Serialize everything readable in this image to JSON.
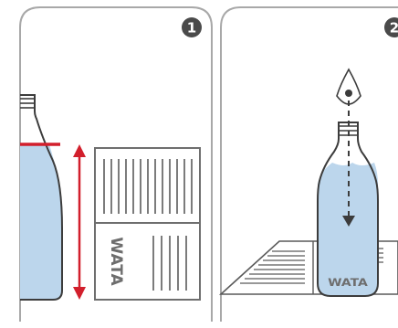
{
  "panels": [
    {
      "step_number": "1",
      "label_text": "WATA"
    },
    {
      "step_number": "2",
      "label_text": "WATA"
    }
  ],
  "colors": {
    "panel_border": "#a8a8a8",
    "badge_fill": "#4a4a4a",
    "badge_text": "#ffffff",
    "water": "#bcd6ec",
    "outline": "#3c3c3c",
    "measure_red": "#d21f2c",
    "label_gray": "#6e6e6e",
    "paper_lines": "#5a5a5a"
  },
  "icons": {
    "eye": "eye-icon",
    "arrow": "dashed-sight-arrow"
  }
}
